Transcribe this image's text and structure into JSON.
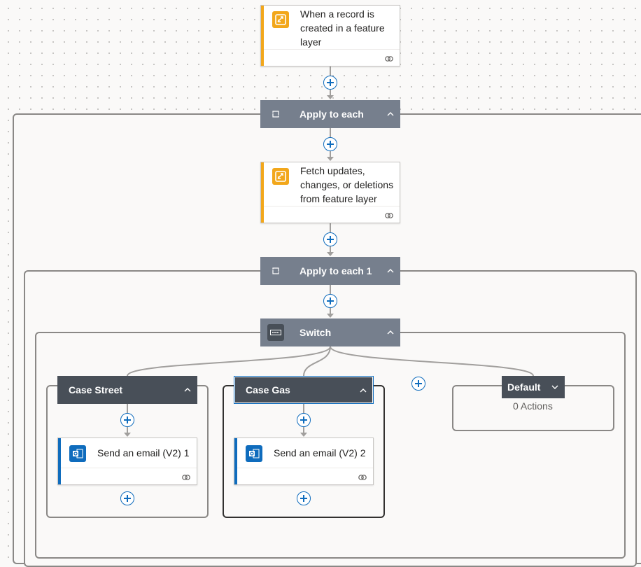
{
  "trigger": {
    "title": "When a record is created in a feature layer",
    "icon": "arcgis-icon",
    "color": "#f2a71b"
  },
  "apply_each": {
    "label": "Apply to each",
    "icon": "loop-icon"
  },
  "fetch": {
    "title": "Fetch updates, changes, or deletions from feature layer",
    "icon": "arcgis-icon",
    "color": "#f2a71b"
  },
  "apply_each_1": {
    "label": "Apply to each 1",
    "icon": "loop-icon"
  },
  "switch": {
    "label": "Switch",
    "icon": "switch-icon"
  },
  "cases": [
    {
      "label": "Case Street",
      "action": "Send an email (V2) 1",
      "icon": "outlook-icon"
    },
    {
      "label": "Case Gas",
      "action": "Send an email (V2) 2",
      "icon": "outlook-icon"
    }
  ],
  "default": {
    "label": "Default",
    "empty_text": "0 Actions"
  },
  "colors": {
    "header_scope": "#767f8d",
    "header_case": "#484f58",
    "accent_email": "#0f6cbd",
    "accent_arcgis": "#f2a71b"
  }
}
